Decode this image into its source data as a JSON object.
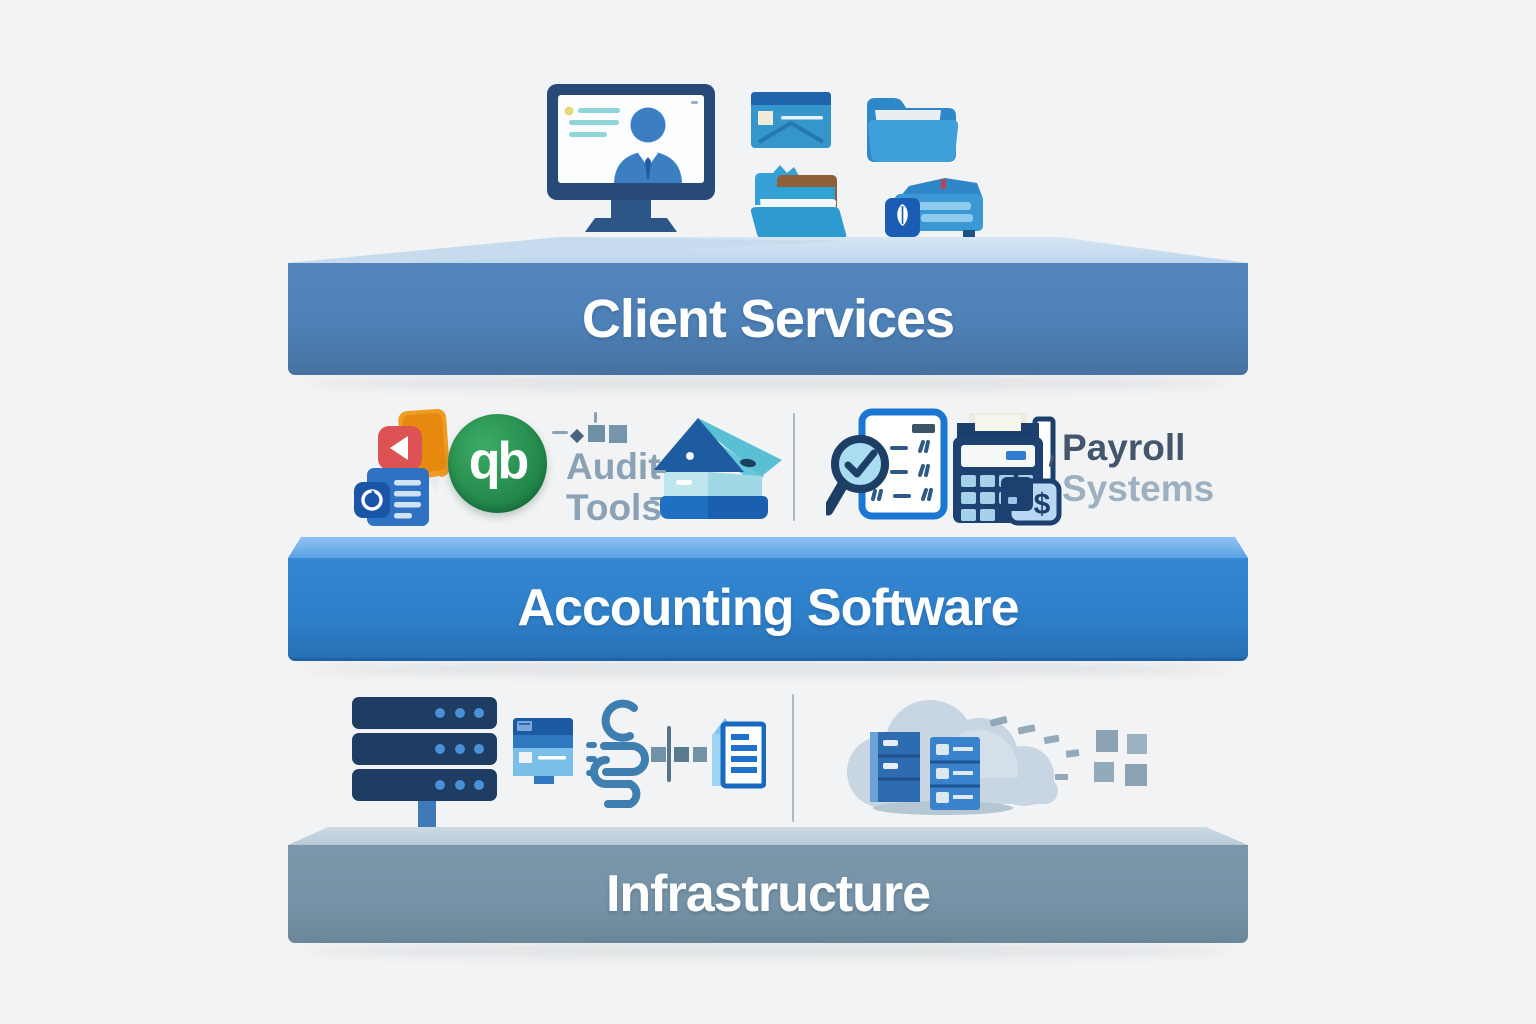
{
  "background_color": "#f2f3f4",
  "diagram_type": "layered-stack",
  "layers": [
    {
      "id": "client-services",
      "label": "Client Services",
      "front_color": "#4d80b6",
      "top_color": "#cde0f1",
      "text_color": "#ffffff"
    },
    {
      "id": "accounting-software",
      "label": "Accounting Software",
      "front_color": "#2e7fc9",
      "top_color": "#74b1ea",
      "text_color": "#ffffff"
    },
    {
      "id": "infrastructure",
      "label": "Infrastructure",
      "front_color": "#7592a6",
      "top_color": "#c4d4e0",
      "text_color": "#ffffff"
    }
  ],
  "annotations": {
    "audit_tools": {
      "line1": "Audit",
      "line2": "Tools",
      "text_color": "#8ba1b5"
    },
    "payroll_systems": {
      "line1": "Payroll",
      "line2": "Systems",
      "line1_color": "#44566b",
      "line2_color": "#9db0c0"
    }
  },
  "logos": {
    "quickbooks_text": "qb",
    "quickbooks_color": "#1e7a42"
  },
  "icons": {
    "client_services_row": [
      "client-monitor-icon",
      "email-icon",
      "folder-icon",
      "open-folder-icon",
      "printer-icon"
    ],
    "accounting_software_row": [
      "app-suite-icon",
      "quickbooks-icon",
      "audit-blocks-icon",
      "house-icon",
      "checklist-magnifier-icon",
      "payroll-calculator-icon"
    ],
    "infrastructure_row": [
      "server-rack-icon",
      "workstation-icon",
      "paperclip-icon",
      "connector-icon",
      "document-icon",
      "cloud-servers-icon",
      "data-blocks-icon"
    ]
  }
}
